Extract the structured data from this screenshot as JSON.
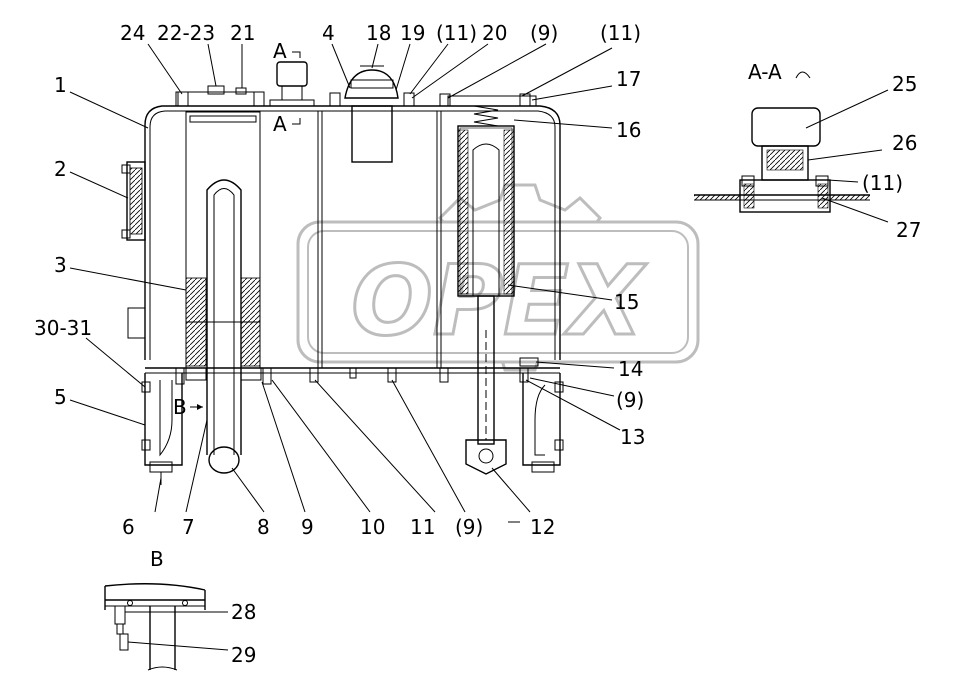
{
  "watermark": "OPEX",
  "views": {
    "section_aa_title": "A-A",
    "detail_b_title": "B",
    "cut_mark_a": "A",
    "view_arrow_b": "B"
  },
  "callouts": {
    "c1": "1",
    "c2": "2",
    "c3": "3",
    "c30_31": "30-31",
    "c5": "5",
    "c6": "6",
    "c7": "7",
    "c8": "8",
    "c9": "9",
    "c10": "10",
    "c11": "11",
    "c9b": "(9)",
    "c12": "12",
    "c13": "13",
    "c9c": "(9)",
    "c14": "14",
    "c15": "15",
    "c16": "16",
    "c17": "17",
    "c11b": "(11)",
    "c9d": "(9)",
    "c20": "20",
    "c11c": "(11)",
    "c19": "19",
    "c18": "18",
    "c4": "4",
    "c21": "21",
    "c22_23": "22-23",
    "c24": "24",
    "c25": "25",
    "c26": "26",
    "c11d": "(11)",
    "c27": "27",
    "c28": "28",
    "c29": "29"
  }
}
